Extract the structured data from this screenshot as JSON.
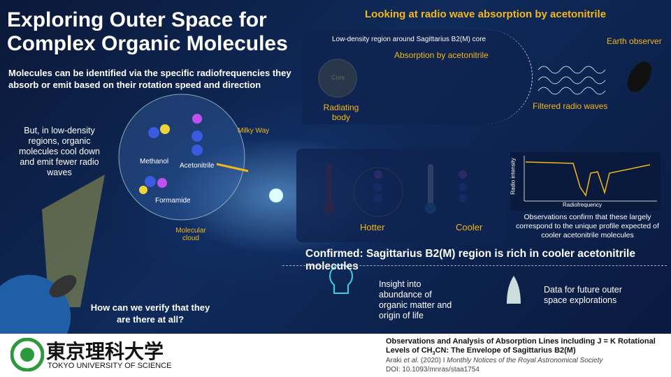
{
  "header": {
    "title_line1": "Exploring Outer Space for",
    "title_line2": "Complex Organic Molecules",
    "subtitle": "Molecules can be identified via the specific radiofrequencies they absorb or emit based on their rotation speed and direction"
  },
  "left": {
    "low_density_text": "But, in low-density regions, organic molecules cool down and emit fewer radio waves",
    "question": "How can we verify that they are there at all?",
    "molecules": [
      "Methanol",
      "Acetonitrile",
      "Formamide"
    ],
    "milky_way": "Milky Way",
    "molecular_cloud": "Molecular cloud"
  },
  "absorption": {
    "heading": "Looking at radio wave absorption by acetonitrile",
    "region": "Low-density region around Sagittarius B2(M) core",
    "core": "Core",
    "radiating_body": "Radiating body",
    "absorption_label": "Absorption by acetonitrile",
    "earth_observer": "Earth observer",
    "filtered": "Filtered radio waves"
  },
  "temperature": {
    "hotter": "Hotter",
    "cooler": "Cooler"
  },
  "graph": {
    "ylabel": "Radio intensity",
    "xlabel": "Radiofrequency",
    "caption": "Observations confirm that these largely correspond to the unique profile expected of cooler acetonitrile molecules"
  },
  "confirmed": "Confirmed: Sagittarius B2(M) region is rich in cooler acetonitrile molecules",
  "insights": [
    {
      "text": "Insight into abundance of organic matter and origin of life",
      "icon": "lightbulb-icon"
    },
    {
      "text": "Data for future outer space explorations",
      "icon": "rocket-icon"
    }
  ],
  "footer": {
    "logo_jp": "東京理科大学",
    "logo_en": "TOKYO UNIVERSITY OF SCIENCE",
    "paper_title_1": "Observations and Analysis of Absorption Lines including J = K Rotational",
    "paper_title_2a": "Levels of CH",
    "paper_title_sub": "3",
    "paper_title_2b": "CN: The Envelope of Sagittarius B2(M)",
    "authors": "Araki",
    "etal": "et al.",
    "year": "(2020)  I",
    "journal": "Monthly Notices of the Royal Astronomical Society",
    "doi": "DOI: 10.1093/mnras/staa1754"
  },
  "colors": {
    "accent": "#f5b71a",
    "background": "#0f2a5a",
    "green_logo": "#2a9a3a"
  }
}
